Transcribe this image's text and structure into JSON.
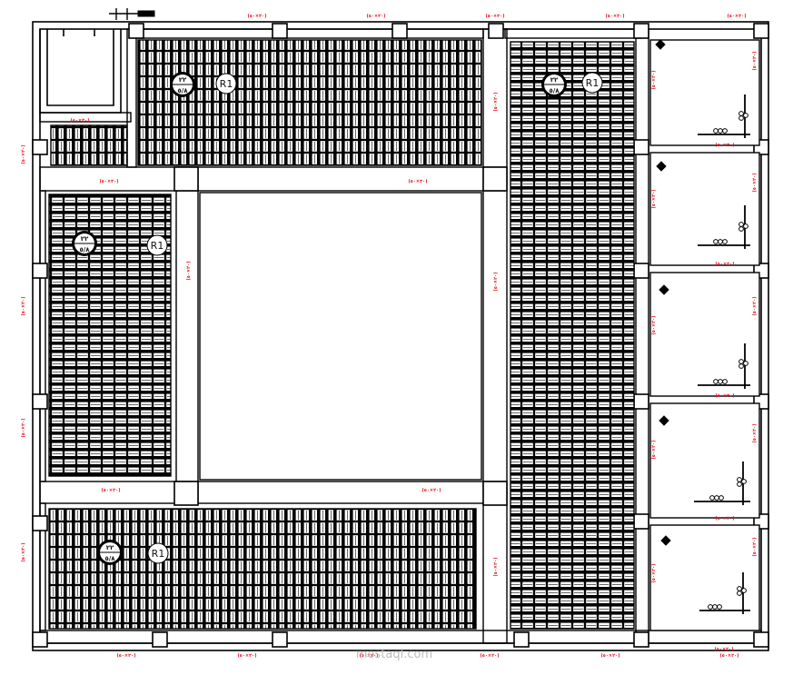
{
  "panels": [
    {
      "id": "top",
      "label": "R1",
      "code_top": "٢٢",
      "code_bottom": "٥/٨"
    },
    {
      "id": "left",
      "label": "R1",
      "code_top": "٢٢",
      "code_bottom": "٥/٨"
    },
    {
      "id": "bottom",
      "label": "R1",
      "code_top": "٢٢",
      "code_bottom": "٥/٨"
    },
    {
      "id": "right",
      "label": "R1",
      "code_top": "٢٢",
      "code_bottom": "٥/٨"
    }
  ],
  "dimension_label": "(٢٠×٥٠)",
  "colors": {
    "line": "#000000",
    "dimension": "#e0101a",
    "fill": "#ffffff"
  },
  "watermark": "mostaql.com"
}
